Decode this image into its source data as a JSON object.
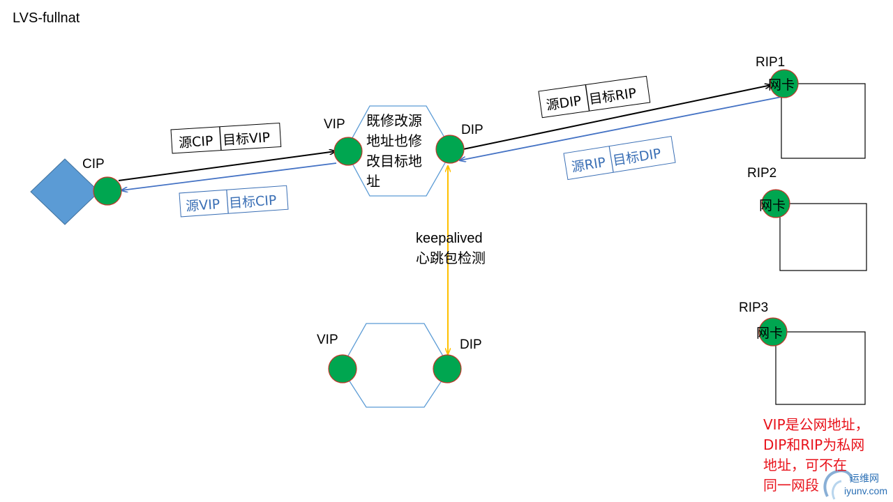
{
  "title": "LVS-fullnat",
  "nodes": {
    "cip": "CIP",
    "vip_top": "VIP",
    "dip_top": "DIP",
    "vip_bottom": "VIP",
    "dip_bottom": "DIP",
    "rip1": "RIP1",
    "rip2": "RIP2",
    "rip3": "RIP3"
  },
  "nic_label": "网卡",
  "director_note": [
    "既修改源",
    "地址也修",
    "改目标地",
    "址"
  ],
  "packets": {
    "client_to_vip": {
      "src": "源CIP",
      "dst": "目标VIP",
      "color": "#000000"
    },
    "vip_to_client": {
      "src": "源VIP",
      "dst": "目标CIP",
      "color": "#3a6fb5"
    },
    "dip_to_rip": {
      "src": "源DIP",
      "dst": "目标RIP",
      "color": "#000000"
    },
    "rip_to_dip": {
      "src": "源RIP",
      "dst": "目标DIP",
      "color": "#3a6fb5"
    }
  },
  "heartbeat": [
    "keepalived",
    "心跳包检测"
  ],
  "note_lines": [
    "VIP是公网地址，",
    "DIP和RIP为私网",
    "地址，可不在",
    "同一网段"
  ],
  "watermark": {
    "line1": "运维网",
    "line2": "iyunv.com"
  },
  "colors": {
    "node_fill": "#00a650",
    "node_stroke": "#c0392b",
    "client_shape": "#5b9bd5",
    "hexagon_stroke": "#5b9bd5",
    "reply_arrow": "#4472c4",
    "heartbeat_arrow": "#ffc000",
    "note_text": "#e8121b"
  }
}
